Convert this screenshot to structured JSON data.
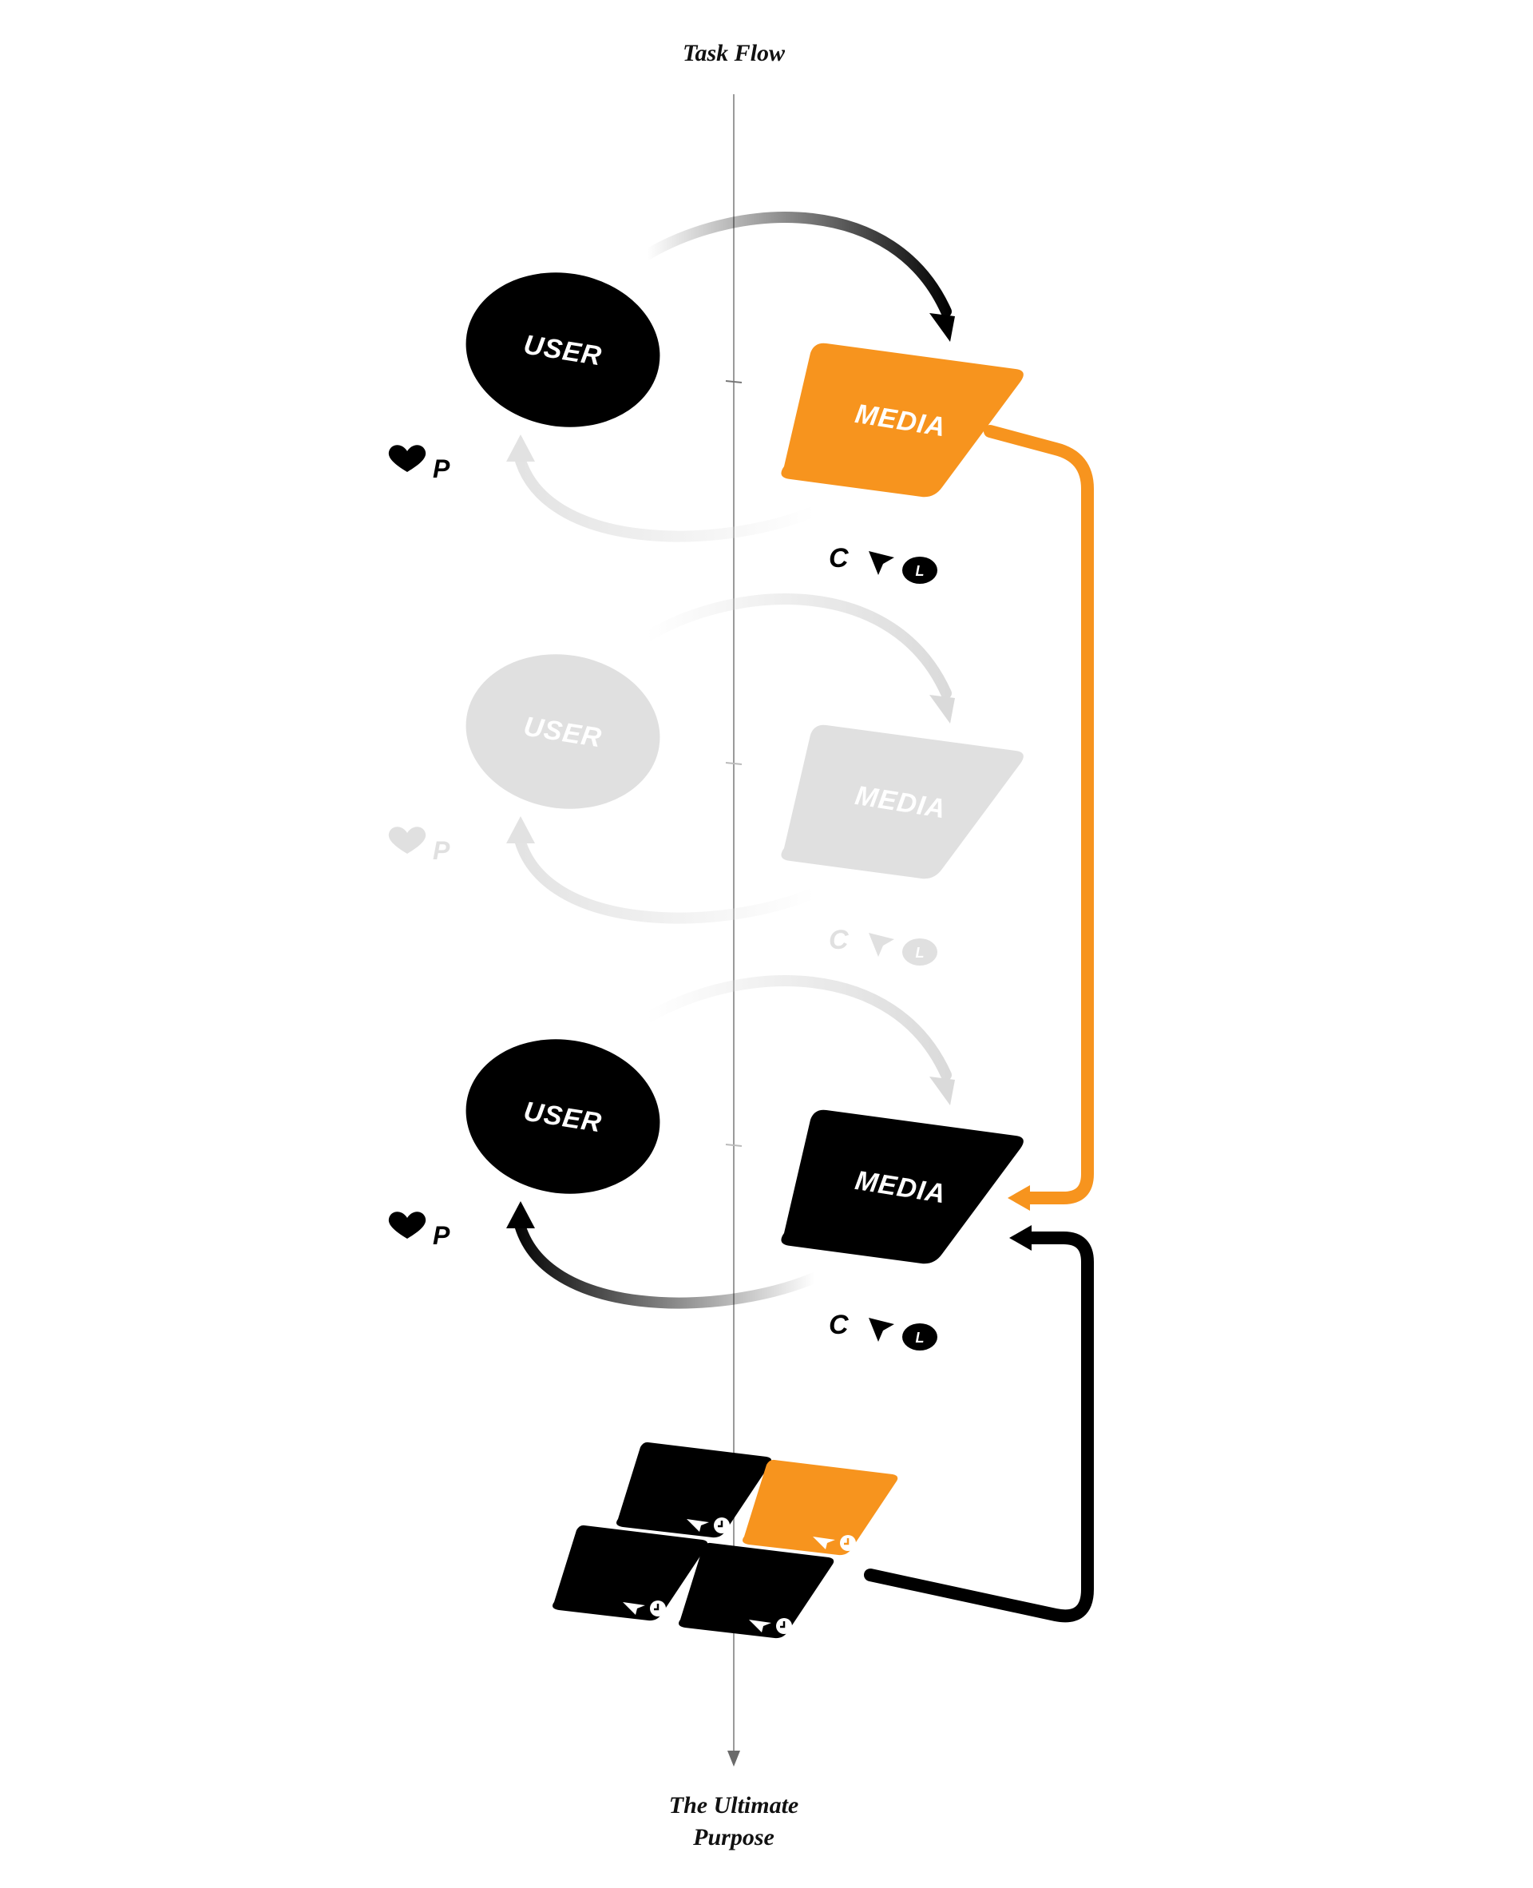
{
  "title": "Task Flow",
  "footer": [
    "The Ultimate",
    "Purpose"
  ],
  "nodes": {
    "user": "USER",
    "media": "MEDIA"
  },
  "glyphs": {
    "p_letter": "P",
    "c_letter": "C",
    "l_letter": "L"
  },
  "colors": {
    "accent": "#F7941E",
    "dark": "#000000",
    "faded": "#E0E0E0",
    "axis": "#9A9A9A"
  },
  "stages": [
    {
      "state": "active",
      "media_color": "accent"
    },
    {
      "state": "faded",
      "media_color": "faded"
    },
    {
      "state": "active",
      "media_color": "dark"
    }
  ],
  "results_grid": {
    "cells": [
      "dark",
      "accent",
      "dark",
      "dark"
    ]
  }
}
